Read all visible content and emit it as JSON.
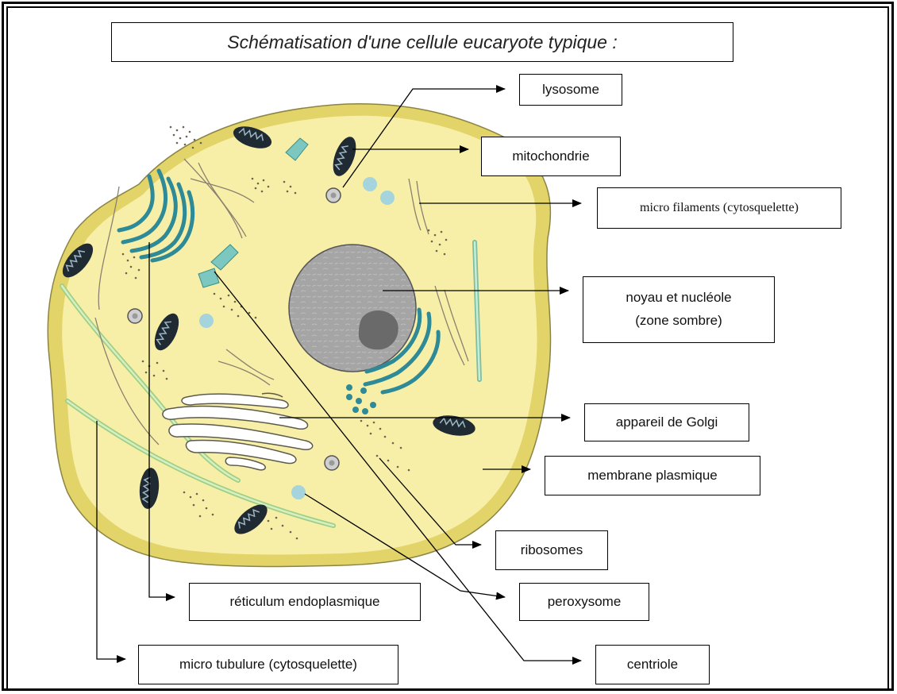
{
  "title": "Schématisation d'une cellule eucaryote typique :",
  "labels": {
    "lysosome": "lysosome",
    "mitochondrie": "mitochondrie",
    "micro_filaments": "micro filaments (cytosquelette)",
    "noyau_line1": "noyau et nucléole",
    "noyau_line2": "(zone sombre)",
    "golgi": "appareil de Golgi",
    "membrane": "membrane plasmique",
    "ribosomes": "ribosomes",
    "peroxysome": "peroxysome",
    "reticulum": "réticulum endoplasmique",
    "centriole": "centriole",
    "micro_tubulure": "micro tubulure (cytosquelette)"
  },
  "colors": {
    "cytoplasm": "#f7efa8",
    "membrane": "#e2d468",
    "nucleus": "#a7a7a7",
    "nucleolus": "#6a6a6a",
    "reticulum": "#2e8a96",
    "mitochondria": "#1f2a33",
    "microtubule": "#b8e0a0",
    "peroxisome": "#a6d4dc"
  }
}
